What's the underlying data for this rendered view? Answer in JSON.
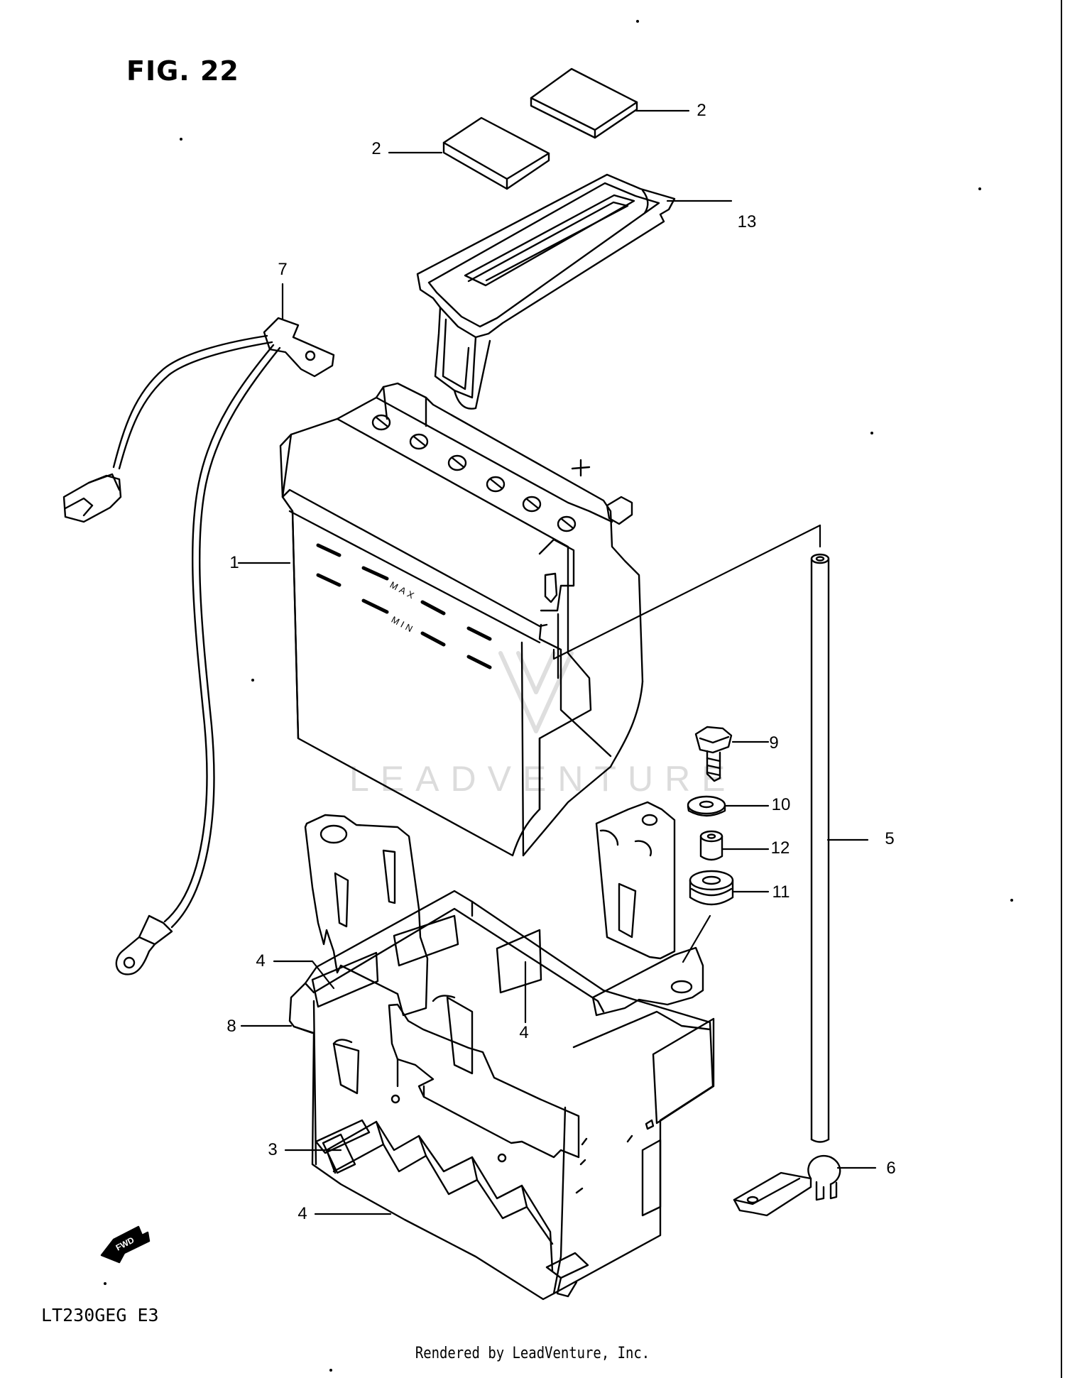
{
  "title": "FIG. 22",
  "model_code": "LT230GEG  E3",
  "footer": "Rendered by LeadVenture, Inc.",
  "watermark": "LEADVENTURE",
  "battery_marks": {
    "max": "MAX",
    "min": "MIN"
  },
  "fwd_badge": "FWD",
  "callouts": {
    "c2a": "2",
    "c2b": "2",
    "c13": "13",
    "c7": "7",
    "c1": "1",
    "c9": "9",
    "c10": "10",
    "c12": "12",
    "c11": "11",
    "c5": "5",
    "c4a": "4",
    "c4b": "4",
    "c4c": "4",
    "c8": "8",
    "c3": "3",
    "c6": "6"
  }
}
